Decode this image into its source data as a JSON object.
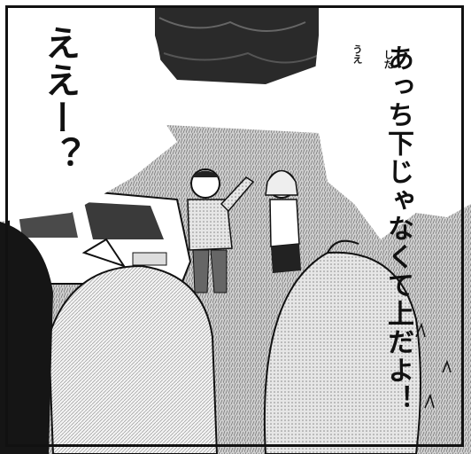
{
  "panel": {
    "shout_text": "ええー？",
    "speech_line_1": "あっち",
    "speech_line_2": "下じゃなくて",
    "speech_line_3": "上だよ！",
    "ruby_shita": "した",
    "ruby_ue": "うえ"
  }
}
